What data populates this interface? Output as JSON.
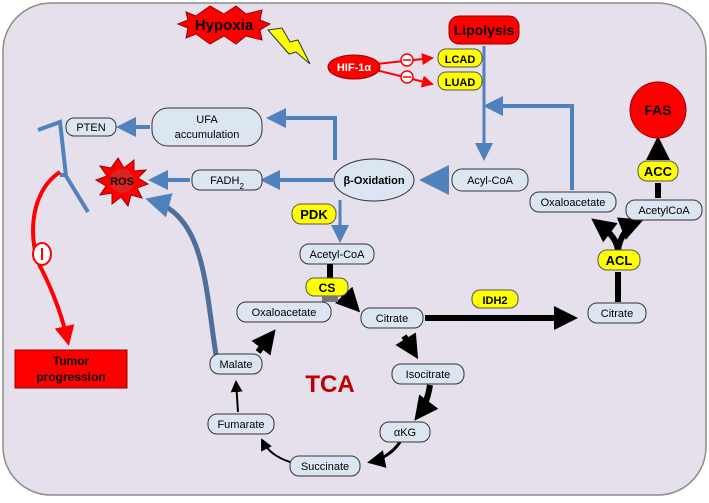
{
  "labels": {
    "hypoxia": "Hypoxia",
    "lipolysis": "Lipolysis",
    "hif": "HIF-1α",
    "lcad": "LCAD",
    "luad": "LUAD",
    "fas": "FAS",
    "acc": "ACC",
    "acl": "ACL",
    "pten": "PTEN",
    "ufa_line1": "UFA",
    "ufa_line2": "accumulation",
    "ros": "ROS",
    "fadh_main": "FADH",
    "fadh_sub": "2",
    "beta_oxidation": "β-Oxidation",
    "acyl_coa": "Acyl-CoA",
    "oxaloacetate_right": "Oxaloacetate",
    "acetyl_coa_right": "AcetylCoA",
    "pdk": "PDK",
    "acetyl_coa": "Acetyl-CoA",
    "cs": "CS",
    "oxaloacetate": "Oxaloacetate",
    "citrate": "Citrate",
    "idh2": "IDH2",
    "citrate_right": "Citrate",
    "isocitrate": "Isocitrate",
    "akg": "αKG",
    "succinate": "Succinate",
    "fumarate": "Fumarate",
    "malate": "Malate",
    "tca": "TCA",
    "tumor_line1": "Tumor",
    "tumor_line2": "progression",
    "inhibit_symbol": "⊖"
  },
  "colors": {
    "background": "#e6e0ec",
    "blue": "#4f81bd",
    "red": "#ff0000",
    "yellow": "#ffff00",
    "node_fill": "#dce6f2",
    "tca_text": "#c00000",
    "black": "#000000"
  }
}
